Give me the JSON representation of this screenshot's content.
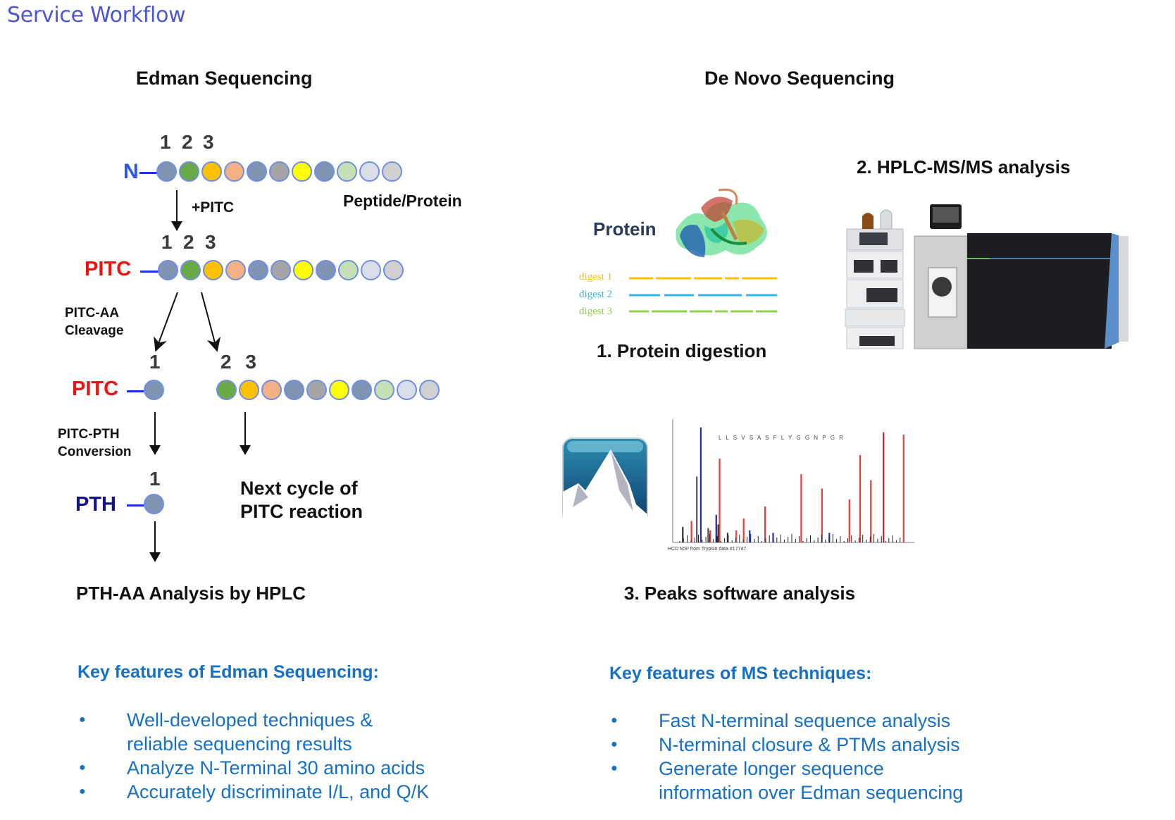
{
  "page": {
    "title": "Service Workflow"
  },
  "colors": {
    "title_blue": "#4a56d6",
    "feature_blue": "#1670c4",
    "pitc_red": "#ee1111",
    "n_blue": "#2a55e8",
    "pth_navy": "#12128a"
  },
  "edman": {
    "heading": "Edman Sequencing",
    "position_labels": [
      "1",
      "2",
      "3"
    ],
    "bead_colors": [
      "#7f93b3",
      "#6aaa46",
      "#ffc000",
      "#f2b084",
      "#7f93b3",
      "#a5a5a5",
      "#ffff00",
      "#7f93b3",
      "#c5e0b4",
      "#d9dee8",
      "#d0d0d0"
    ],
    "n_terminus_label": "N",
    "plus_pitc_label": "+PITC",
    "peptide_protein_label": "Peptide/Protein",
    "pitc_label": "PITC",
    "cleavage_label_line1": "PITC-AA",
    "cleavage_label_line2": "Cleavage",
    "cleaved_first_label": "1",
    "remaining_labels": "2 3",
    "conversion_label_line1": "PITC-PTH",
    "conversion_label_line2": "Conversion",
    "pth_label": "PTH",
    "pth_position_label": "1",
    "next_cycle_line1": "Next cycle of",
    "next_cycle_line2": "PITC reaction",
    "final_step": "PTH-AA Analysis by HPLC"
  },
  "denovo": {
    "heading": "De Novo Sequencing",
    "protein_label": "Protein",
    "digests": [
      {
        "label": "digest 1",
        "color": "#ffc000"
      },
      {
        "label": "digest 2",
        "color": "#33b5f0"
      },
      {
        "label": "digest 3",
        "color": "#92d050"
      }
    ],
    "step1": "1. Protein digestion",
    "step2": "2. HPLC-MS/MS analysis",
    "step3": "3. Peaks software analysis",
    "spectrum_caption": "HCD MS² from Trypsin data #17747",
    "spectrum_sequence": "L L S V S A S F L Y G G N P G R"
  },
  "features": {
    "edman": {
      "title": "Key features of Edman Sequencing:",
      "items": [
        {
          "line1": "Well-developed techniques &",
          "line2": "reliable sequencing results"
        },
        {
          "line1": "Analyze N-Terminal 30 amino acids",
          "line2": ""
        },
        {
          "line1": "Accurately discriminate I/L, and Q/K",
          "line2": ""
        }
      ]
    },
    "ms": {
      "title": "Key features of MS techniques:",
      "items": [
        {
          "line1": "Fast N-terminal sequence analysis",
          "line2": ""
        },
        {
          "line1": "N-terminal closure & PTMs analysis",
          "line2": ""
        },
        {
          "line1": "Generate longer sequence",
          "line2": "information over Edman sequencing"
        }
      ]
    }
  }
}
